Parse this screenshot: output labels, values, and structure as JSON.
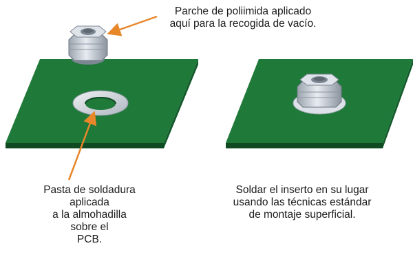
{
  "callouts": {
    "top": {
      "lines": [
        "Parche de poliimida aplicado",
        "aquí para la recogida de vacío."
      ]
    },
    "left": {
      "lines": [
        "Pasta de soldadura",
        "aplicada",
        "a la almohadilla",
        "sobre el",
        "PCB."
      ]
    },
    "right": {
      "lines": [
        "Soldar el inserto en su lugar",
        "usando las técnicas estándar",
        "de montaje superficial."
      ]
    }
  },
  "colors": {
    "pcb_top": "#1f7a3a",
    "pcb_edge": "#0f4a22",
    "metal_light": "#d6dbe2",
    "metal_dark": "#8c96a3",
    "arrow": "#e8862a"
  }
}
